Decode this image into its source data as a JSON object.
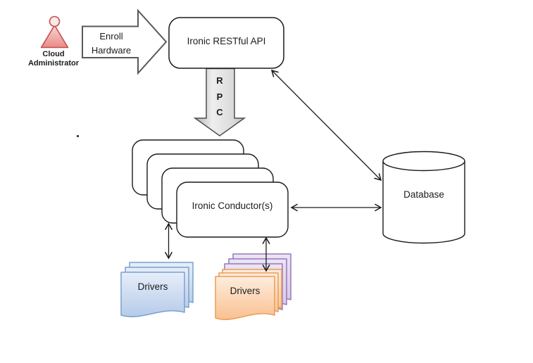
{
  "diagram": {
    "actor": {
      "line1": "Cloud",
      "line2": "Administrator"
    },
    "enroll": {
      "line1": "Enroll",
      "line2": "Hardware"
    },
    "api": {
      "label": "Ironic RESTful API"
    },
    "rpc": {
      "letters": [
        "R",
        "P",
        "C"
      ]
    },
    "conductors": {
      "label": "Ironic Conductor(s)"
    },
    "database": {
      "label": "Database"
    },
    "drivers_left": {
      "label": "Drivers"
    },
    "drivers_right": {
      "label": "Drivers"
    },
    "colors": {
      "actor_stroke": "#c0504d",
      "actor_fill_top": "#f9d4d2",
      "actor_fill_bottom": "#e98b88",
      "block_arrow_border": "#595959",
      "rpc_fill": "#e0e0e0",
      "rpc_border": "#4d4d4d",
      "box_border": "#1a1a1a",
      "connector": "#1a1a1a",
      "blue_doc_border": "#7ba0cd",
      "blue_doc_fill": "#c9daf0",
      "purple_doc_border": "#9579b8",
      "purple_doc_fill": "#e0d5ec",
      "orange_doc_border": "#ec9c54",
      "orange_doc_fill": "#fbd3ab"
    }
  }
}
